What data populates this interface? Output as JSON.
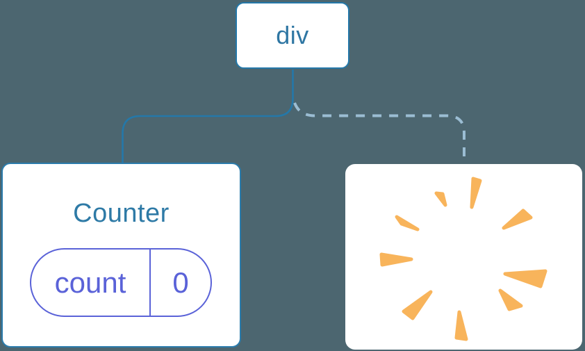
{
  "background_color": "#4C6670",
  "tree": {
    "root": {
      "label": "div"
    },
    "counter": {
      "title": "Counter",
      "state": {
        "key": "count",
        "value": "0"
      },
      "edge_type": "solid"
    },
    "removed_child": {
      "icon": "poof-icon",
      "description": "orange starburst poof of a removed component",
      "edge_type": "dashed"
    }
  },
  "colors": {
    "background": "#4C6670",
    "card_background": "#FFFFFF",
    "node_border_blue": "#2478A9",
    "node_text_blue": "#2E76A3",
    "counter_title_blue": "#2E7AA6",
    "state_purple": "#5A62D8",
    "solid_edge_blue": "#2478A9",
    "dashed_edge_lightblue": "#9BBDD3",
    "poof_orange": "#F8B45B"
  }
}
